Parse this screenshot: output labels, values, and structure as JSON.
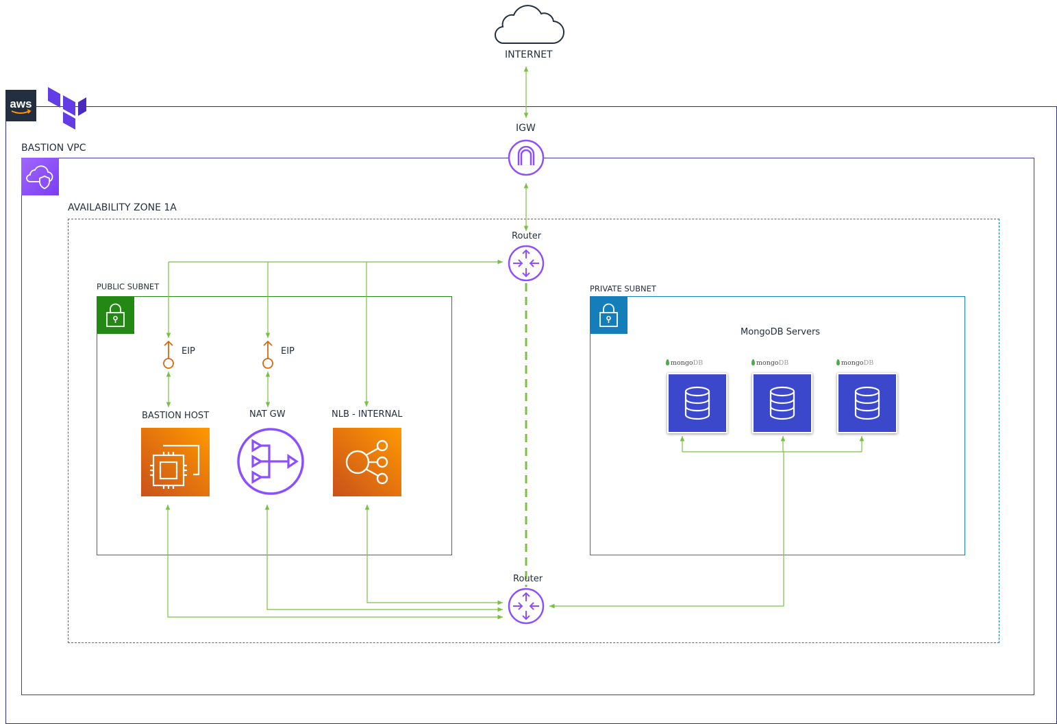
{
  "internet": {
    "label": "INTERNET"
  },
  "igw": {
    "label": "IGW"
  },
  "vpc": {
    "label": "BASTION VPC"
  },
  "az": {
    "label": "AVAILABILITY ZONE 1A"
  },
  "public_subnet": {
    "label": "PUBLIC SUBNET",
    "eips": [
      {
        "label": "EIP"
      },
      {
        "label": "EIP"
      }
    ],
    "bastion": {
      "label": "BASTION HOST"
    },
    "nat": {
      "label": "NAT GW"
    },
    "nlb": {
      "label": "NLB - INTERNAL"
    }
  },
  "private_subnet": {
    "label": "PRIVATE SUBNET",
    "title": "MongoDB Servers",
    "servers": [
      {
        "tag_a": "mongo",
        "tag_b": "DB"
      },
      {
        "tag_a": "mongo",
        "tag_b": "DB"
      },
      {
        "tag_a": "mongo",
        "tag_b": "DB"
      }
    ]
  },
  "routers": [
    {
      "label": "Router"
    },
    {
      "label": "Router"
    }
  ],
  "logos": {
    "aws": "aws",
    "terraform": "terraform-logo"
  },
  "colors": {
    "line": "#7ac143",
    "vpc_border": "#3f3a9b",
    "aws_outer_border": "#2c2c8c",
    "public_green": "#248814",
    "private_blue": "#147eba",
    "az_dashed": "#147eba",
    "purple": "#8c4fff",
    "orange": "#e7630a",
    "eip_orange": "#d86613",
    "mongo_blue": "#3b48cc"
  }
}
